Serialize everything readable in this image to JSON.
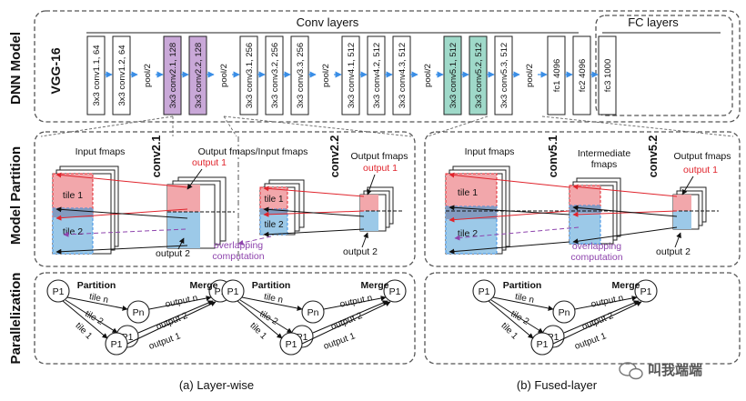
{
  "row_labels": {
    "dnn_model": "DNN Model",
    "model_partition": "Model Partition",
    "parallelization": "Parallelization"
  },
  "vgg": {
    "name": "VGG-16",
    "conv_group_label": "Conv layers",
    "fc_group_label": "FC layers",
    "blocks": [
      {
        "label": "3x3 conv1.1, 64",
        "kind": "conv",
        "color": "#ffffff"
      },
      {
        "label": "3x3 conv1.2, 64",
        "kind": "conv",
        "color": "#ffffff"
      },
      {
        "label": "pool/2",
        "kind": "pool"
      },
      {
        "label": "3x3 conv2.1, 128",
        "kind": "conv",
        "color": "#c9a8d8"
      },
      {
        "label": "3x3 conv2.2, 128",
        "kind": "conv",
        "color": "#c9a8d8"
      },
      {
        "label": "pool/2",
        "kind": "pool"
      },
      {
        "label": "3x3 conv3.1, 256",
        "kind": "conv",
        "color": "#ffffff"
      },
      {
        "label": "3x3 conv3.2, 256",
        "kind": "conv",
        "color": "#ffffff"
      },
      {
        "label": "3x3 conv3.3, 256",
        "kind": "conv",
        "color": "#ffffff"
      },
      {
        "label": "pool/2",
        "kind": "pool"
      },
      {
        "label": "3x3 conv4.1, 512",
        "kind": "conv",
        "color": "#ffffff"
      },
      {
        "label": "3x3 conv4.2, 512",
        "kind": "conv",
        "color": "#ffffff"
      },
      {
        "label": "3x3 conv4.3, 512",
        "kind": "conv",
        "color": "#ffffff"
      },
      {
        "label": "pool/2",
        "kind": "pool"
      },
      {
        "label": "3x3 conv5.1, 512",
        "kind": "conv",
        "color": "#9fd9c9"
      },
      {
        "label": "3x3 conv5.2, 512",
        "kind": "conv",
        "color": "#9fd9c9"
      },
      {
        "label": "3x3 conv5.3, 512",
        "kind": "conv",
        "color": "#ffffff"
      },
      {
        "label": "pool/2",
        "kind": "pool"
      },
      {
        "label": "fc1 4096",
        "kind": "fc",
        "color": "#ffffff"
      },
      {
        "label": "fc2 4096",
        "kind": "fc",
        "color": "#ffffff"
      },
      {
        "label": "fc3 1000",
        "kind": "fc",
        "color": "#ffffff"
      }
    ]
  },
  "layer_wise": {
    "input_fmaps": "Input fmaps",
    "layer_a": "conv2.1",
    "output_input_fmaps": "Output fmaps/Input fmaps",
    "layer_b": "conv2.2",
    "output_fmaps": "Output fmaps",
    "tile1": "tile 1",
    "tile2": "tile 2",
    "output1": "output 1",
    "output2": "output 2",
    "overlap": "overlapping\ncomputation",
    "caption": "(a) Layer-wise"
  },
  "fused": {
    "input_fmaps": "Input fmaps",
    "layer_a": "conv5.1",
    "intermediate": "Intermediate\nfmaps",
    "layer_b": "conv5.2",
    "output_fmaps": "Output fmaps",
    "tile1": "tile 1",
    "tile2": "tile 2",
    "output1": "output 1",
    "output2": "output 2",
    "overlap": "overlapping\ncomputation",
    "caption": "(b) Fused-layer"
  },
  "parallel": {
    "partition": "Partition",
    "merge": "Merge",
    "p1": "P1",
    "pn": "Pn",
    "tile_n": "tile n",
    "tile_2": "tile 2",
    "tile_1": "tile 1",
    "output_n": "output n",
    "output_2": "output 2",
    "output_1": "output 1"
  },
  "watermark": "叫我端端",
  "colors": {
    "tile_red": "#f2a7ab",
    "tile_blue": "#9cc9e8",
    "tile_overlap": "#7f93b8",
    "arrow_red": "#e0242c",
    "arrow_purple": "#8e44ad",
    "flow_arrow": "#3a8ee6",
    "output_red": "#e0242c",
    "overlap_text": "#8e44ad"
  }
}
